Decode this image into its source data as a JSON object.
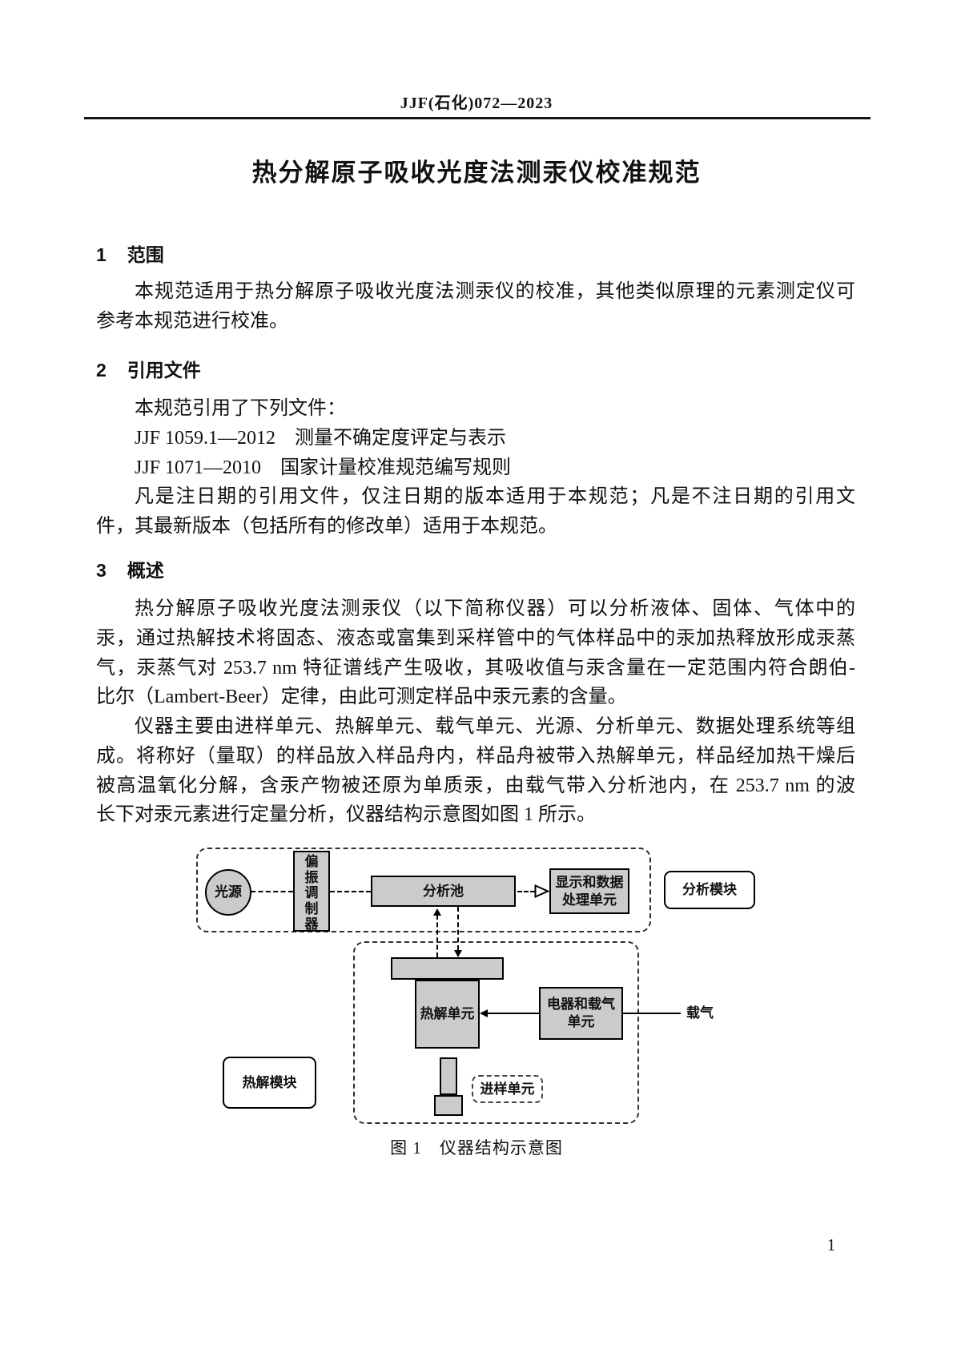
{
  "header": {
    "doc_number": "JJF(石化)072—2023"
  },
  "title": "热分解原子吸收光度法测汞仪校准规范",
  "sections": [
    {
      "num": "1",
      "label": "范围"
    },
    {
      "num": "2",
      "label": "引用文件"
    },
    {
      "num": "3",
      "label": "概述"
    }
  ],
  "paragraphs": {
    "scope": [
      "本规范适用于热分解原子吸收光度法测汞仪的校准，其他类似原理的元素测定仪可",
      "参考本规范进行校准。"
    ],
    "references": [
      "本规范引用了下列文件：",
      "JJF 1059.1—2012　测量不确定度评定与表示",
      "JJF 1071—2010　国家计量校准规范编写规则",
      "凡是注日期的引用文件，仅注日期的版本适用于本规范；凡是不注日期的引用文",
      "件，其最新版本（包括所有的修改单）适用于本规范。"
    ],
    "overview1": [
      "热分解原子吸收光度法测汞仪（以下简称仪器）可以分析液体、固体、气体中的",
      "汞，通过热解技术将固态、液态或富集到采样管中的气体样品中的汞加热释放形成汞蒸",
      "气，汞蒸气对 253.7 nm 特征谱线产生吸收，其吸收值与汞含量在一定范围内符合朗伯-",
      "比尔（Lambert-Beer）定律，由此可测定样品中汞元素的含量。"
    ],
    "overview2": [
      "仪器主要由进样单元、热解单元、载气单元、光源、分析单元、数据处理系统等组",
      "成。将称好（量取）的样品放入样品舟内，样品舟被带入热解单元，样品经加热干燥后",
      "被高温氧化分解，含汞产物被还原为单质汞，由载气带入分析池内，在 253.7 nm 的波",
      "长下对汞元素进行定量分析，仪器结构示意图如图 1 所示。"
    ]
  },
  "figure": {
    "caption": "图 1　仪器结构示意图",
    "labels": {
      "light_source": "光源",
      "polarization_modulator": "偏振调制器",
      "analysis_cell": "分析池",
      "display_unit_line1": "显示和数据",
      "display_unit_line2": "处理单元",
      "analysis_module": "分析模块",
      "pyrolysis_unit": "热解单元",
      "electric_carrier_line1": "电器和载气",
      "electric_carrier_line2": "单元",
      "carrier_gas": "载气",
      "pyrolysis_module": "热解模块",
      "sampling_unit": "进样单元"
    },
    "colors": {
      "box_fill": "#cbcbcb",
      "line": "#000000"
    }
  },
  "page": {
    "number": "1"
  }
}
